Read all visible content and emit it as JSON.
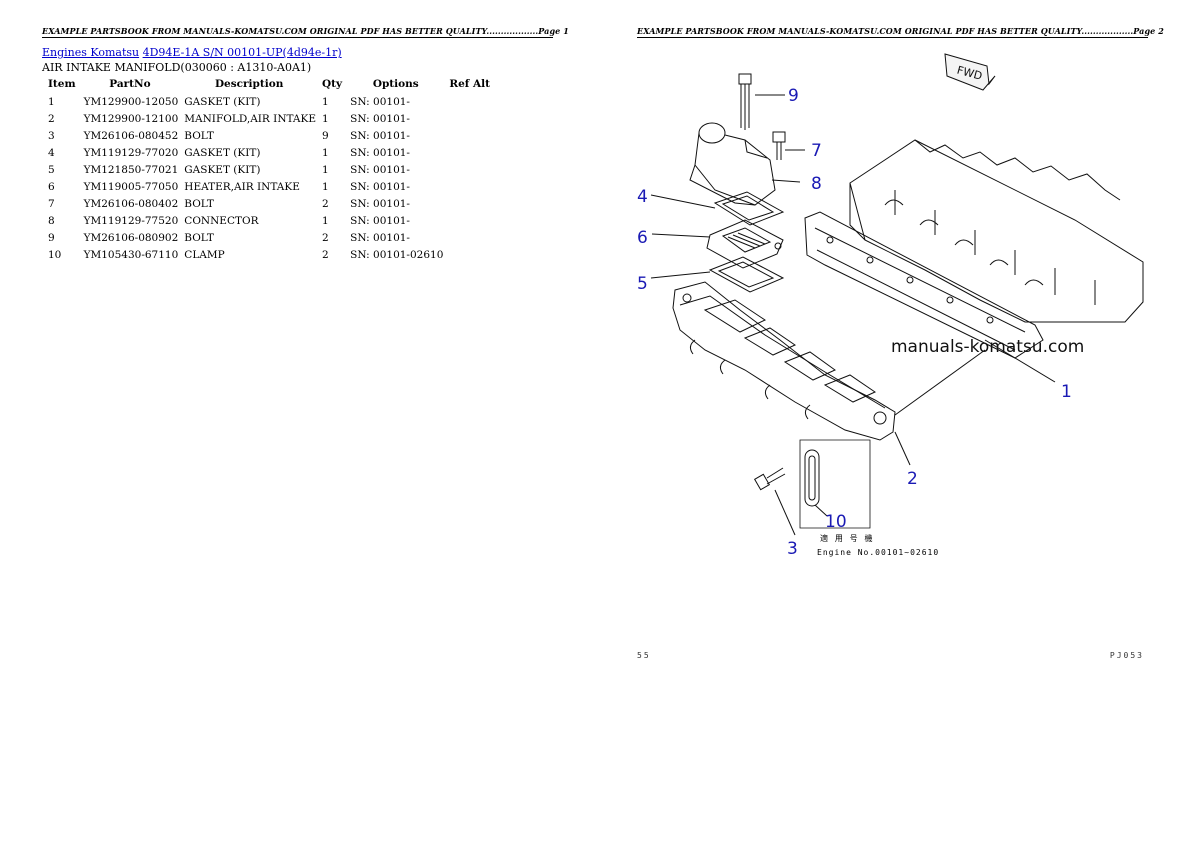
{
  "header": {
    "page1": "EXAMPLE PARTSBOOK FROM MANUALS-KOMATSU.COM ORIGINAL PDF HAS BETTER QUALITY..................Page 1",
    "page2": "EXAMPLE PARTSBOOK FROM MANUALS-KOMATSU.COM ORIGINAL PDF HAS BETTER QUALITY..................Page 2"
  },
  "breadcrumb": {
    "link1": "Engines Komatsu",
    "link2": "4D94E-1A S/N 00101-UP(4d94e-1r)"
  },
  "section_title": "AIR INTAKE MANIFOLD(030060 : A1310-A0A1)",
  "table": {
    "headers": {
      "item": "Item",
      "partno": "PartNo",
      "description": "Description",
      "qty": "Qty",
      "options": "Options",
      "refalt": "Ref Alt"
    },
    "rows": [
      {
        "item": "1",
        "partno": "YM129900-12050",
        "description": "GASKET (KIT)",
        "qty": "1",
        "options": "SN: 00101-"
      },
      {
        "item": "2",
        "partno": "YM129900-12100",
        "description": "MANIFOLD,AIR INTAKE",
        "qty": "1",
        "options": "SN: 00101-"
      },
      {
        "item": "3",
        "partno": "YM26106-080452",
        "description": "BOLT",
        "qty": "9",
        "options": "SN: 00101-"
      },
      {
        "item": "4",
        "partno": "YM119129-77020",
        "description": "GASKET (KIT)",
        "qty": "1",
        "options": "SN: 00101-"
      },
      {
        "item": "5",
        "partno": "YM121850-77021",
        "description": "GASKET (KIT)",
        "qty": "1",
        "options": "SN: 00101-"
      },
      {
        "item": "6",
        "partno": "YM119005-77050",
        "description": "HEATER,AIR INTAKE",
        "qty": "1",
        "options": "SN: 00101-"
      },
      {
        "item": "7",
        "partno": "YM26106-080402",
        "description": "BOLT",
        "qty": "2",
        "options": "SN: 00101-"
      },
      {
        "item": "8",
        "partno": "YM119129-77520",
        "description": "CONNECTOR",
        "qty": "1",
        "options": "SN: 00101-"
      },
      {
        "item": "9",
        "partno": "YM26106-080902",
        "description": "BOLT",
        "qty": "2",
        "options": "SN: 00101-"
      },
      {
        "item": "10",
        "partno": "YM105430-67110",
        "description": "CLAMP",
        "qty": "2",
        "options": "SN: 00101-02610"
      }
    ]
  },
  "diagram": {
    "callouts": {
      "c1": "1",
      "c2": "2",
      "c3": "3",
      "c4": "4",
      "c5": "5",
      "c6": "6",
      "c7": "7",
      "c8": "8",
      "c9": "9",
      "c10": "10"
    },
    "watermark": "manuals-komatsu.com",
    "fwd": "FWD",
    "applicability_label": "適 用 号 機",
    "engine_no": "Engine No.00101~02610"
  },
  "footer": {
    "left": "55",
    "right": "PJ053"
  }
}
